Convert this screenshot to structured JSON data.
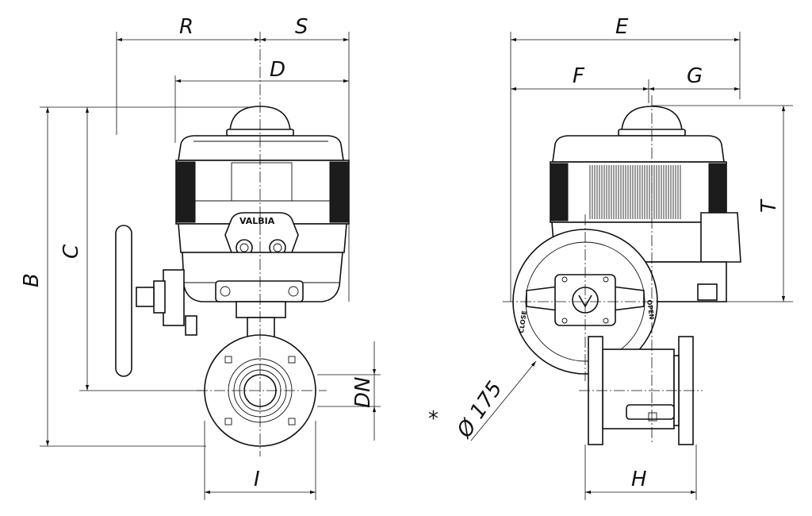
{
  "dimensions": {
    "R": "R",
    "S": "S",
    "D": "D",
    "E": "E",
    "F": "F",
    "G": "G",
    "B": "B",
    "C": "C",
    "T": "T",
    "DN": "DN",
    "I": "I",
    "H": "H"
  },
  "handwheel": {
    "asterisk": "*",
    "diameter": "Ø 175",
    "close_label": "CLOSE",
    "open_label": "OPEN"
  },
  "brand": {
    "name": "VALBIA"
  }
}
